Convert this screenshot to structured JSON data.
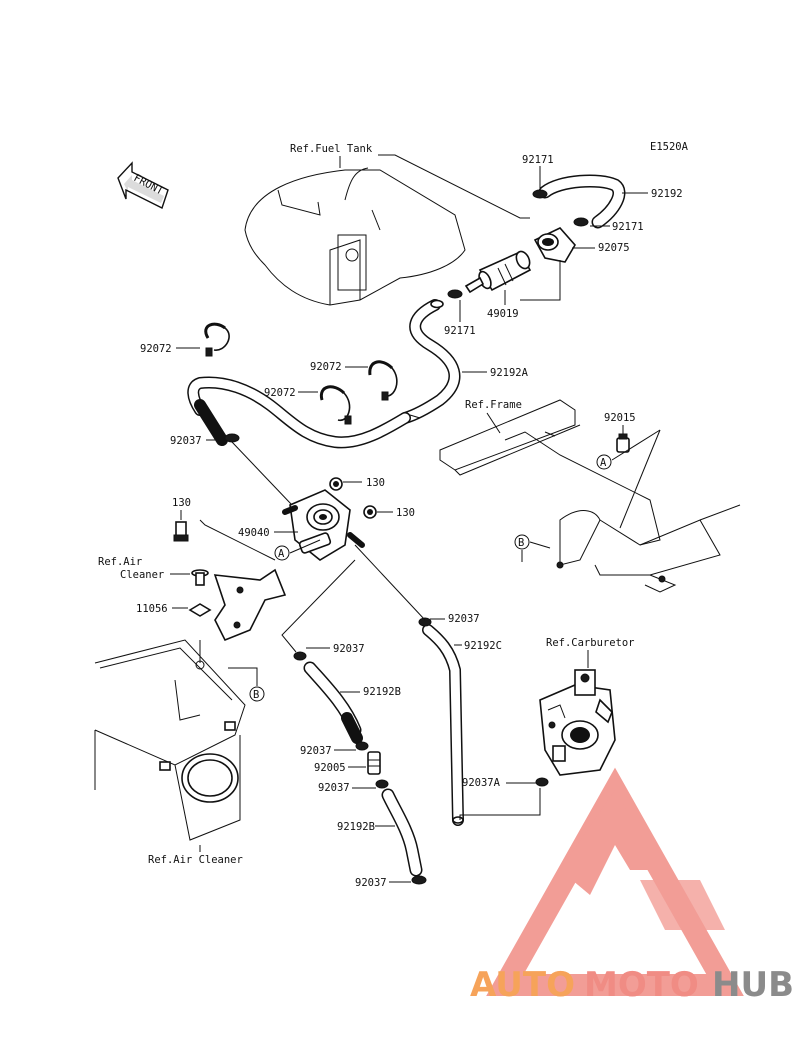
{
  "diagram_code": "E1520A",
  "front_label": "FRONT",
  "refs": {
    "fuel_tank": "Ref.Fuel Tank",
    "frame": "Ref.Frame",
    "air_cleaner_1": "Ref.Air",
    "air_cleaner_2": "Cleaner",
    "air_cleaner_bottom": "Ref.Air Cleaner",
    "carburetor": "Ref.Carburetor"
  },
  "parts": {
    "p92171_top": "92171",
    "p92192": "92192",
    "p92171_right": "92171",
    "p92075": "92075",
    "p49019": "49019",
    "p92171_low": "92171",
    "p92072_a": "92072",
    "p92072_b": "92072",
    "p92072_c": "92072",
    "p92192A": "92192A",
    "p92015": "92015",
    "p92037_a": "92037",
    "p130_a": "130",
    "p130_b": "130",
    "p130_c": "130",
    "p49040": "49040",
    "p11056": "11056",
    "p92037_b": "92037",
    "p92192C": "92192C",
    "p92037_c": "92037",
    "p92192B": "92192B",
    "p92037_d": "92037",
    "p92005": "92005",
    "p92037_e": "92037",
    "p92037A": "92037A",
    "p92192B_2": "92192B",
    "p92037_f": "92037"
  },
  "markers": {
    "a": "A",
    "b": "B"
  },
  "watermark": {
    "part1": "AUTO",
    "part2": "MOTO",
    "part3": "HUB"
  },
  "colors": {
    "watermark_orange": "#f6a35a",
    "watermark_red": "#f08c84",
    "watermark_gray": "#8b8b8b"
  }
}
